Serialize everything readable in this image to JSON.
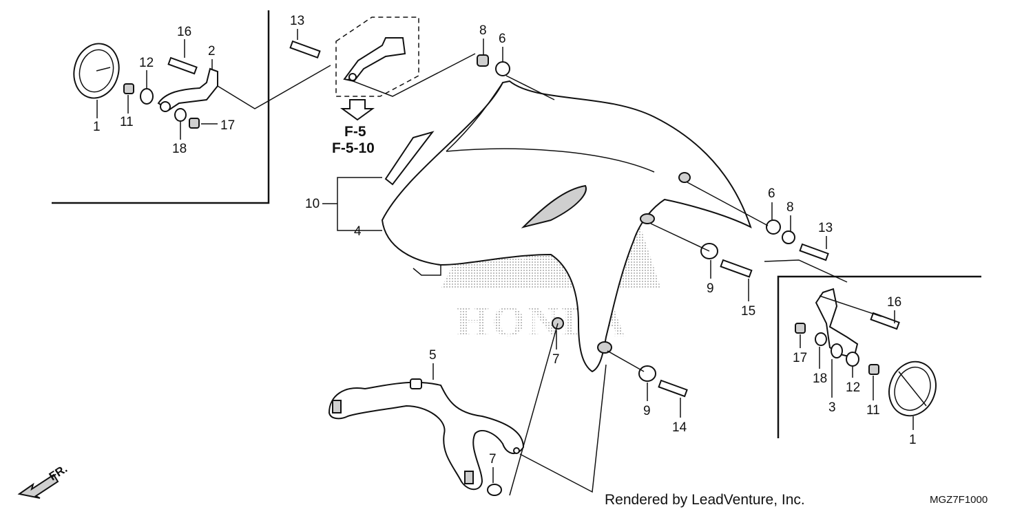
{
  "diagram": {
    "callouts": {
      "c1_left": "1",
      "c1_right": "1",
      "c2": "2",
      "c3": "3",
      "c4": "4",
      "c5": "5",
      "c6_top": "6",
      "c6_right": "6",
      "c7_mid": "7",
      "c7_bottom": "7",
      "c8_top": "8",
      "c8_right": "8",
      "c9_upper": "9",
      "c9_lower": "9",
      "c10": "10",
      "c11_left": "11",
      "c11_right": "11",
      "c12_left": "12",
      "c12_right": "12",
      "c13_top": "13",
      "c13_right": "13",
      "c14": "14",
      "c15": "15",
      "c16_left": "16",
      "c16_right": "16",
      "c17_left": "17",
      "c17_right": "17",
      "c18_left": "18",
      "c18_right": "18"
    },
    "reference": {
      "line1": "F-5",
      "line2": "F-5-10"
    },
    "watermark": "HONDA",
    "direction_label": "FR.",
    "credit": "Rendered by LeadVenture, Inc.",
    "diagram_code": "MGZ7F1000"
  },
  "colors": {
    "ink": "#111111",
    "halftone": "#b8b8b8",
    "background": "#ffffff"
  }
}
